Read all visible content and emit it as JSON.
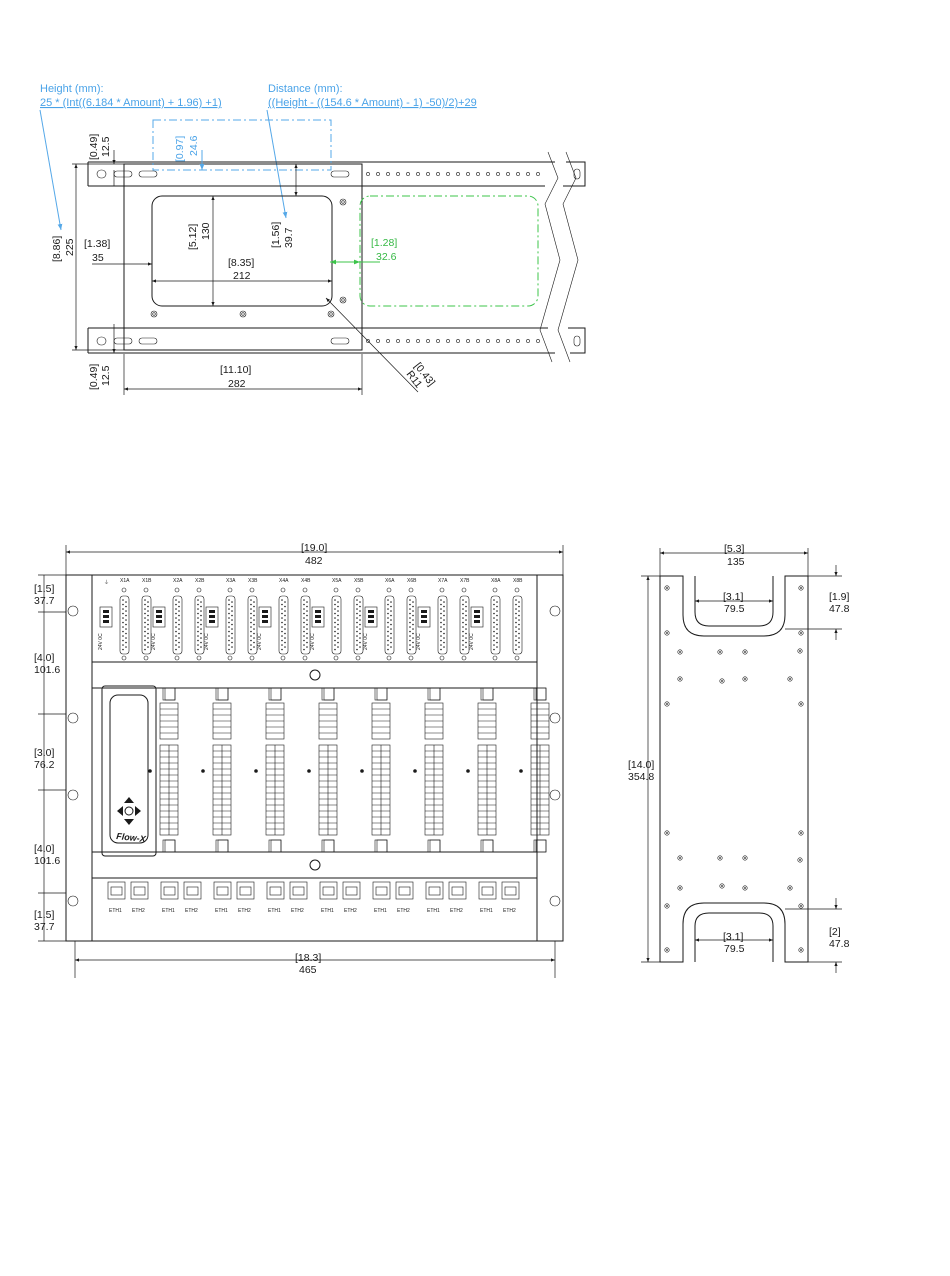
{
  "top_view": {
    "height_formula_title": "Height (mm):",
    "height_formula": "25 * (Int((6.184 * Amount) + 1.96) +1)",
    "distance_formula_title": "Distance (mm):",
    "distance_formula": "((Height - ((154.6 * Amount) - 1) -50)/2)+29",
    "dims": {
      "top_gap_in": "[0.49]",
      "top_gap_mm": "12.5",
      "rack_offset_in": "[0.97]",
      "rack_offset_mm": "24.6",
      "total_h_in": "[8.86]",
      "total_h_mm": "225",
      "left_in": "[1.38]",
      "left_mm": "35",
      "cut_h_in": "[5.12]",
      "cut_h_mm": "130",
      "dist_in": "[1.56]",
      "dist_mm": "39.7",
      "cut_w_in": "[8.35]",
      "cut_w_mm": "212",
      "gap_in": "[1.28]",
      "gap_mm": "32.6",
      "radius_in": "[0.43]",
      "radius_mm": "R11",
      "bottom_gap_in": "[0.49]",
      "bottom_gap_mm": "12.5",
      "width_in": "[11.10]",
      "width_mm": "282"
    }
  },
  "front_view": {
    "dims": {
      "overall_in": "[19.0]",
      "overall_mm": "482",
      "inner_in": "[18.3]",
      "inner_mm": "465",
      "v1_in": "[1.5]",
      "v1_mm": "37.7",
      "v2_in": "[4.0]",
      "v2_mm": "101.6",
      "v3_in": "[3.0]",
      "v3_mm": "76.2",
      "v4_in": "[4.0]",
      "v4_mm": "101.6",
      "v5_in": "[1.5]",
      "v5_mm": "37.7"
    },
    "connector_labels": [
      "X1A",
      "X1B",
      "X2A",
      "X2B",
      "X3A",
      "X3B",
      "X4A",
      "X4B",
      "X5A",
      "X5B",
      "X6A",
      "X6B",
      "X7A",
      "X7B",
      "X8A",
      "X8B"
    ],
    "eth_labels": [
      "ETH1",
      "ETH2"
    ],
    "terminal_label": "24V 0C",
    "brand": "Flow-X"
  },
  "side_view": {
    "dims": {
      "width_in": "[5.3]",
      "width_mm": "135",
      "slot_top_in": "[3.1]",
      "slot_top_mm": "79.5",
      "top_depth_in": "[1.9]",
      "top_depth_mm": "47.8",
      "height_in": "[14.0]",
      "height_mm": "354.8",
      "slot_bot_in": "[3.1]",
      "slot_bot_mm": "79.5",
      "bot_depth_in": "[2]",
      "bot_depth_mm": "47.8"
    }
  },
  "colors": {
    "line": "#1a1a1a",
    "formula_blue": "#4aa3e8",
    "gap_green": "#35b844"
  }
}
